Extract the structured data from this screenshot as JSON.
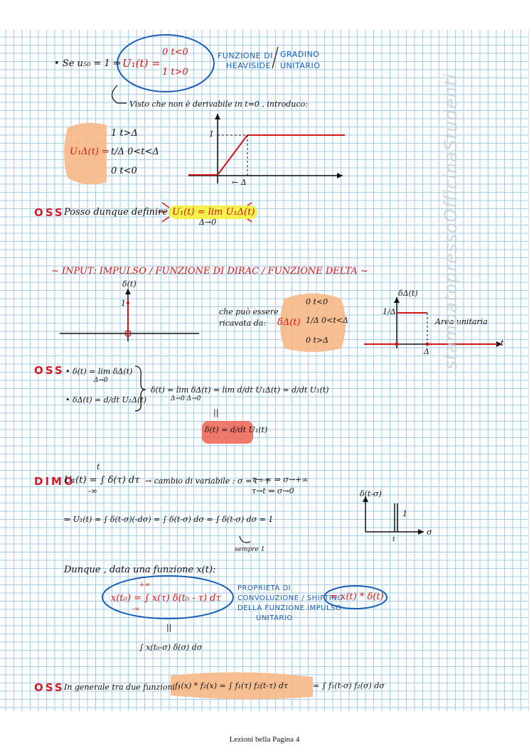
{
  "line1": {
    "bullet_text": "• Se  u₅₀ = 1  ⇒",
    "u_label": "U₁(t) =",
    "case1": "0    t<0",
    "case2": "1    t>0",
    "note1": "FUNZIONE  DI",
    "note2": "HEAVISIDE",
    "note3": "GRADINO",
    "note4": "UNITARIO"
  },
  "line2": {
    "text": "Visto che non è derivabile in t=0 , introduco:"
  },
  "ramp": {
    "label": "U₁Δ(t) =",
    "case1": "1    t>Δ",
    "case2": "t/Δ   0<t<Δ",
    "case3": "0    t<0",
    "graph_y1": "1",
    "graph_x": "← Δ"
  },
  "oss1": {
    "tag": "OSS",
    "text": "Posso dunque definire :",
    "formula": "U₁(t) =  lim  U₁Δ(t)",
    "sub": "Δ→0"
  },
  "section": {
    "title": "~ INPUT: IMPULSO / FUNZIONE DI DIRAC / FUNZIONE DELTA ~"
  },
  "dirac": {
    "y_label": "δ(t)",
    "one": "1",
    "text1": "che può essere",
    "text2": "ricavata da:",
    "delta_label": "δΔ(t)",
    "case1": "0   t<0",
    "case2": "1/Δ   0<t<Δ",
    "case3": "0   t>Δ",
    "graph2_y": "δΔ(t)",
    "graph2_tick": "1/Δ",
    "area": "Area unitaria",
    "graph2_x": "Δ",
    "graph2_t": "t"
  },
  "oss2": {
    "tag": "OSS",
    "b1": "• δ(t) = lim δΔ(t)",
    "b1sub": "Δ→0",
    "b2": "• δΔ(t) = d/dt U₁Δ(t)",
    "chain": "δ(t) = lim  δΔ(t) = lim d/dt U₁Δ(t) = d/dt U₁(t)",
    "chainsub": "Δ→0            Δ→0",
    "eq": "||",
    "result": "δ(t) = d/dt U₁(t)"
  },
  "dimo": {
    "tag": "DIMO",
    "eq1": "U₁(t) = ∫ δ(τ) dτ",
    "lim1": "t",
    "lim2": "-∞",
    "change": "→ cambio di variabile :   σ = t - τ",
    "rule1": "τ→-∞ ⇒ σ→+∞",
    "rule2": "τ→t ⇒ σ→0",
    "eq2": "⇒  U₁(t) = ∫ δ(t-σ)(-dσ) = ∫ δ(t-σ) dσ = ∫ δ(t-σ) dσ = 1",
    "note": "sempre 1",
    "graph_y": "δ(t-σ)",
    "graph_x": "σ",
    "graph_t": "t",
    "graph_1": "1"
  },
  "conv": {
    "intro": "Dunque , data una funzione x(t):",
    "formula": "x(t₀) = ∫ x(τ) δ(t₀ - τ) dτ",
    "upper": "+∞",
    "lower": "-∞",
    "prop1": "PROPRIETÀ DI",
    "prop2": "CONVOLUZIONE / SHIFTING",
    "prop3": "DELLA FUNZIONE IMPULSO",
    "prop4": "UNITARIO",
    "result": "= x(t) * δ(t)",
    "eq": "||",
    "alt": "∫ x(t₀-σ) δ(σ) dσ"
  },
  "oss3": {
    "tag": "OSS",
    "text": "In generale tra due funzioni :",
    "formula": "f₁(x) * f₂(x) = ∫ f₁(τ) f₂(t-τ) dτ",
    "tail": "= ∫ f₁(t-σ) f₂(σ) dσ"
  },
  "watermark": "stampatopressoOfficinaStudenti",
  "footer": "Lezioni bella Pagina 4",
  "colors": {
    "ink": "#111111",
    "red": "#d01818",
    "blue": "#1b5fb3",
    "orange": "#f7b886",
    "yellow": "#f6f14a",
    "salmon": "#ef6a5c",
    "grid": "#a9cbe4"
  }
}
